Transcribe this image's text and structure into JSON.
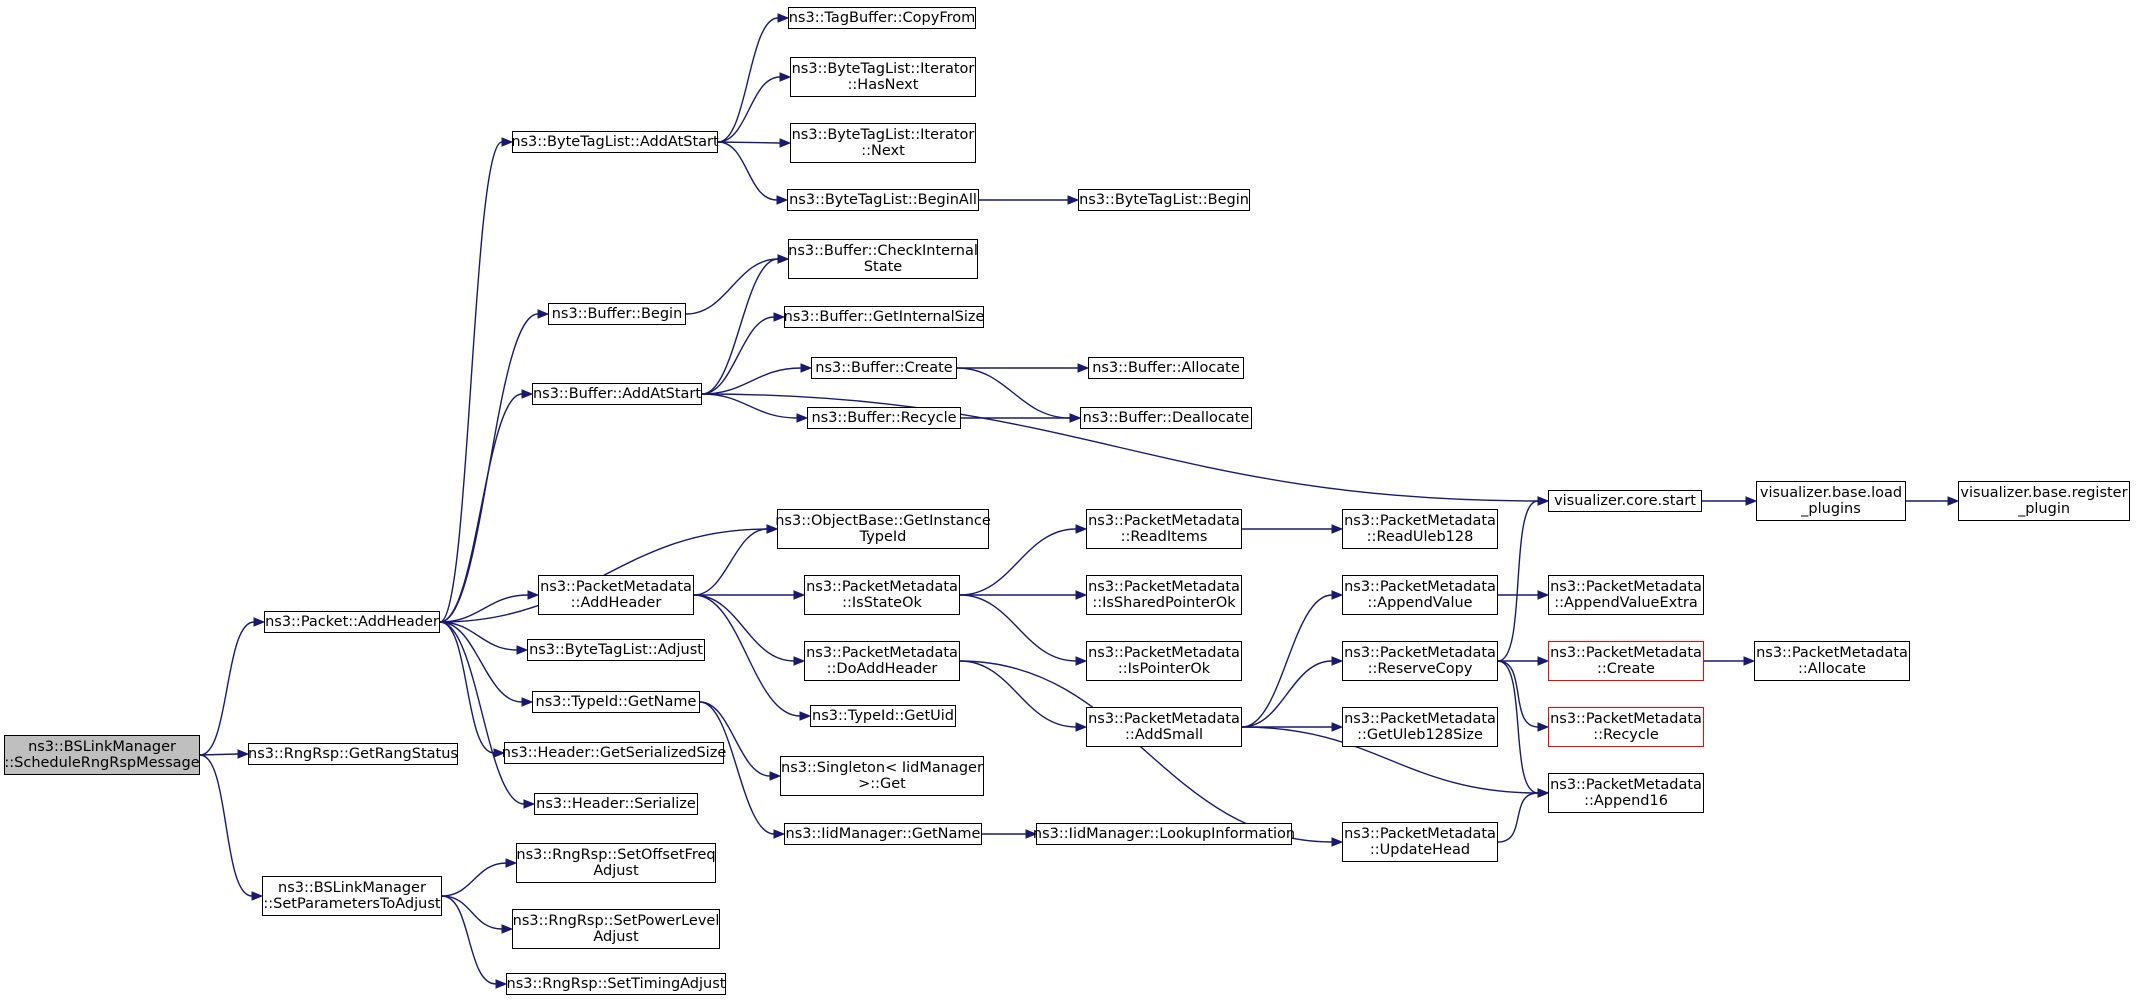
{
  "colors": {
    "edge": "#191970",
    "root_fill": "#bfbfbf",
    "border": "#000000",
    "highlight_border": "#ff0000"
  },
  "nodes": [
    {
      "id": "root",
      "label": "ns3::BSLinkManager\n::ScheduleRngRspMessage",
      "style": "root"
    },
    {
      "id": "pkt_addheader",
      "label": "ns3::Packet::AddHeader"
    },
    {
      "id": "rngrsp_getrang",
      "label": "ns3::RngRsp::GetRangStatus"
    },
    {
      "id": "bslm_setparams",
      "label": "ns3::BSLinkManager\n::SetParametersToAdjust"
    },
    {
      "id": "btl_addatstart",
      "label": "ns3::ByteTagList::AddAtStart"
    },
    {
      "id": "buf_begin",
      "label": "ns3::Buffer::Begin"
    },
    {
      "id": "buf_addatstart",
      "label": "ns3::Buffer::AddAtStart"
    },
    {
      "id": "ob_getinst",
      "label": "ns3::ObjectBase::GetInstance\nTypeId"
    },
    {
      "id": "pm_addheader",
      "label": "ns3::PacketMetadata\n::AddHeader"
    },
    {
      "id": "btl_adjust",
      "label": "ns3::ByteTagList::Adjust"
    },
    {
      "id": "typeid_getname",
      "label": "ns3::TypeId::GetName"
    },
    {
      "id": "hdr_getsersize",
      "label": "ns3::Header::GetSerializedSize"
    },
    {
      "id": "hdr_serialize",
      "label": "ns3::Header::Serialize"
    },
    {
      "id": "rr_setoffset",
      "label": "ns3::RngRsp::SetOffsetFreq\nAdjust"
    },
    {
      "id": "rr_setpower",
      "label": "ns3::RngRsp::SetPowerLevel\nAdjust"
    },
    {
      "id": "rr_settiming",
      "label": "ns3::RngRsp::SetTimingAdjust"
    },
    {
      "id": "tb_copyfrom",
      "label": "ns3::TagBuffer::CopyFrom"
    },
    {
      "id": "btli_hasnext",
      "label": "ns3::ByteTagList::Iterator\n::HasNext"
    },
    {
      "id": "btli_next",
      "label": "ns3::ByteTagList::Iterator\n::Next"
    },
    {
      "id": "btl_beginall",
      "label": "ns3::ByteTagList::BeginAll"
    },
    {
      "id": "btl_begin",
      "label": "ns3::ByteTagList::Begin"
    },
    {
      "id": "buf_checkinternal",
      "label": "ns3::Buffer::CheckInternal\nState"
    },
    {
      "id": "buf_getinternalsize",
      "label": "ns3::Buffer::GetInternalSize"
    },
    {
      "id": "buf_create",
      "label": "ns3::Buffer::Create"
    },
    {
      "id": "buf_recycle",
      "label": "ns3::Buffer::Recycle"
    },
    {
      "id": "buf_allocate",
      "label": "ns3::Buffer::Allocate"
    },
    {
      "id": "buf_deallocate",
      "label": "ns3::Buffer::Deallocate"
    },
    {
      "id": "viz_core_start",
      "label": "visualizer.core.start"
    },
    {
      "id": "viz_load_plugins",
      "label": "visualizer.base.load\n_plugins"
    },
    {
      "id": "viz_register_plugin",
      "label": "visualizer.base.register\n_plugin"
    },
    {
      "id": "pm_isstateok",
      "label": "ns3::PacketMetadata\n::IsStateOk"
    },
    {
      "id": "pm_doaddheader",
      "label": "ns3::PacketMetadata\n::DoAddHeader"
    },
    {
      "id": "typeid_getuid",
      "label": "ns3::TypeId::GetUid"
    },
    {
      "id": "singleton_get",
      "label": "ns3::Singleton< IidManager\n>::Get"
    },
    {
      "id": "iid_getname",
      "label": "ns3::IidManager::GetName"
    },
    {
      "id": "iid_lookup",
      "label": "ns3::IidManager::LookupInformation"
    },
    {
      "id": "pm_readitems",
      "label": "ns3::PacketMetadata\n::ReadItems"
    },
    {
      "id": "pm_readuleb",
      "label": "ns3::PacketMetadata\n::ReadUleb128"
    },
    {
      "id": "pm_issharedptr",
      "label": "ns3::PacketMetadata\n::IsSharedPointerOk"
    },
    {
      "id": "pm_isptrok",
      "label": "ns3::PacketMetadata\n::IsPointerOk"
    },
    {
      "id": "pm_addsmall",
      "label": "ns3::PacketMetadata\n::AddSmall"
    },
    {
      "id": "pm_appendvalue",
      "label": "ns3::PacketMetadata\n::AppendValue"
    },
    {
      "id": "pm_reservecopy",
      "label": "ns3::PacketMetadata\n::ReserveCopy"
    },
    {
      "id": "pm_getuleb",
      "label": "ns3::PacketMetadata\n::GetUleb128Size"
    },
    {
      "id": "pm_updatehead",
      "label": "ns3::PacketMetadata\n::UpdateHead"
    },
    {
      "id": "pm_appendvalueextra",
      "label": "ns3::PacketMetadata\n::AppendValueExtra"
    },
    {
      "id": "pm_create",
      "label": "ns3::PacketMetadata\n::Create",
      "style": "red"
    },
    {
      "id": "pm_recycle",
      "label": "ns3::PacketMetadata\n::Recycle",
      "style": "red"
    },
    {
      "id": "pm_append16",
      "label": "ns3::PacketMetadata\n::Append16"
    },
    {
      "id": "pm_allocate",
      "label": "ns3::PacketMetadata\n::Allocate"
    }
  ],
  "edges": [
    [
      "root",
      "pkt_addheader"
    ],
    [
      "root",
      "rngrsp_getrang"
    ],
    [
      "root",
      "bslm_setparams"
    ],
    [
      "pkt_addheader",
      "btl_addatstart"
    ],
    [
      "pkt_addheader",
      "buf_begin"
    ],
    [
      "pkt_addheader",
      "buf_addatstart"
    ],
    [
      "pkt_addheader",
      "ob_getinst"
    ],
    [
      "pkt_addheader",
      "pm_addheader"
    ],
    [
      "pkt_addheader",
      "btl_adjust"
    ],
    [
      "pkt_addheader",
      "typeid_getname"
    ],
    [
      "pkt_addheader",
      "hdr_getsersize"
    ],
    [
      "pkt_addheader",
      "hdr_serialize"
    ],
    [
      "bslm_setparams",
      "rr_setoffset"
    ],
    [
      "bslm_setparams",
      "rr_setpower"
    ],
    [
      "bslm_setparams",
      "rr_settiming"
    ],
    [
      "btl_addatstart",
      "tb_copyfrom"
    ],
    [
      "btl_addatstart",
      "btli_hasnext"
    ],
    [
      "btl_addatstart",
      "btli_next"
    ],
    [
      "btl_addatstart",
      "btl_beginall"
    ],
    [
      "btl_beginall",
      "btl_begin"
    ],
    [
      "buf_begin",
      "buf_checkinternal"
    ],
    [
      "buf_addatstart",
      "buf_checkinternal"
    ],
    [
      "buf_addatstart",
      "buf_getinternalsize"
    ],
    [
      "buf_addatstart",
      "buf_create"
    ],
    [
      "buf_addatstart",
      "buf_recycle"
    ],
    [
      "buf_addatstart",
      "viz_core_start"
    ],
    [
      "buf_create",
      "buf_allocate"
    ],
    [
      "buf_create",
      "buf_deallocate"
    ],
    [
      "buf_recycle",
      "buf_deallocate"
    ],
    [
      "viz_core_start",
      "viz_load_plugins"
    ],
    [
      "viz_load_plugins",
      "viz_register_plugin"
    ],
    [
      "pm_addheader",
      "ob_getinst"
    ],
    [
      "pm_addheader",
      "pm_isstateok"
    ],
    [
      "pm_addheader",
      "pm_doaddheader"
    ],
    [
      "pm_addheader",
      "typeid_getuid"
    ],
    [
      "typeid_getname",
      "singleton_get"
    ],
    [
      "typeid_getname",
      "iid_getname"
    ],
    [
      "iid_getname",
      "iid_lookup"
    ],
    [
      "pm_isstateok",
      "pm_readitems"
    ],
    [
      "pm_isstateok",
      "pm_issharedptr"
    ],
    [
      "pm_isstateok",
      "pm_isptrok"
    ],
    [
      "pm_readitems",
      "pm_readuleb"
    ],
    [
      "pm_doaddheader",
      "pm_addsmall"
    ],
    [
      "pm_doaddheader",
      "pm_updatehead"
    ],
    [
      "pm_addsmall",
      "pm_appendvalue"
    ],
    [
      "pm_addsmall",
      "pm_reservecopy"
    ],
    [
      "pm_addsmall",
      "pm_getuleb"
    ],
    [
      "pm_addsmall",
      "pm_append16"
    ],
    [
      "pm_appendvalue",
      "pm_appendvalueextra"
    ],
    [
      "pm_reservecopy",
      "viz_core_start"
    ],
    [
      "pm_reservecopy",
      "pm_create"
    ],
    [
      "pm_reservecopy",
      "pm_recycle"
    ],
    [
      "pm_reservecopy",
      "pm_append16"
    ],
    [
      "pm_create",
      "pm_allocate"
    ],
    [
      "pm_updatehead",
      "pm_append16"
    ]
  ]
}
